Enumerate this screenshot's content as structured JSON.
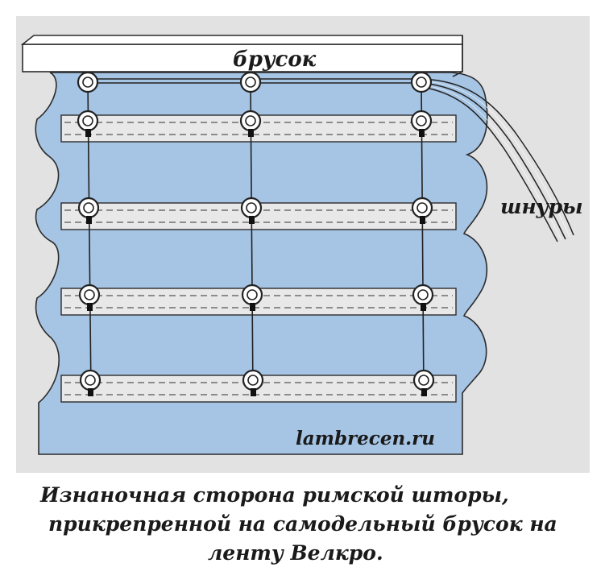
{
  "labels": {
    "bar": "брусок",
    "cords": "шнуры",
    "watermark": "lambrecen.ru"
  },
  "caption": {
    "line1": "Изнаночная сторона римской шторы,",
    "line2": "прикрепренной на самодельный брусок на",
    "line3": "ленту Велкро."
  },
  "colors": {
    "panel_bg": "#e2e2e2",
    "fabric": "#a6c4e4",
    "outline": "#2b2b2b",
    "strip": "#e8e8e8",
    "bar": "#ffffff"
  }
}
